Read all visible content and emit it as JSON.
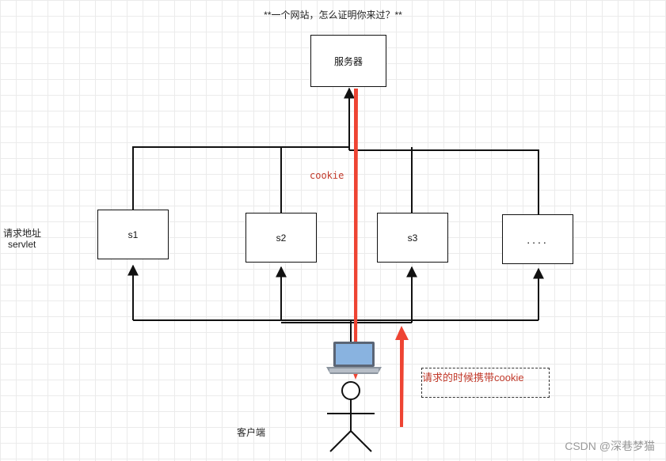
{
  "title": "**一个网站，怎么证明你来过？**",
  "server": {
    "label": "服务器"
  },
  "servlets": [
    {
      "label": "s1"
    },
    {
      "label": "s2"
    },
    {
      "label": "s3"
    },
    {
      "label": "...."
    }
  ],
  "side_label": {
    "line1": "请求地址",
    "line2": "servlet"
  },
  "cookie_label": "cookie",
  "request_note": "请求的时候携带cookie",
  "client_label": "客户端",
  "watermark": "CSDN @深巷梦猫",
  "colors": {
    "line": "#111111",
    "red_arrow": "#ee4433",
    "red_text": "#c23a2b"
  },
  "icons": [
    "laptop-icon",
    "person-icon"
  ]
}
